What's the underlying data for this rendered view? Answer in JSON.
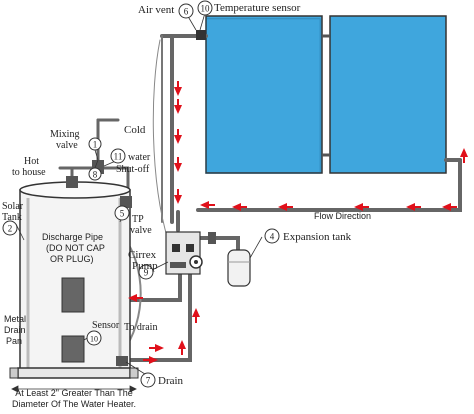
{
  "labels": {
    "air_vent": "Air vent",
    "temperature_sensor": "Temperature sensor",
    "mixing_valve_1": "Mixing",
    "mixing_valve_2": "valve",
    "cold": "Cold",
    "hot_to_house_1": "Hot",
    "hot_to_house_2": "to house",
    "water_shutoff_1": "water",
    "water_shutoff_2": "Shut-off",
    "solar_tank_1": "Solar",
    "solar_tank_2": "Tank",
    "discharge_1": "Discharge Pipe",
    "discharge_2": "(DO NOT CAP",
    "discharge_3": "OR PLUG)",
    "tp_valve_1": "TP",
    "tp_valve_2": "valve",
    "cirrex_pump_1": "Cirrex",
    "cirrex_pump_2": "Pump",
    "to_drain": "To drain",
    "sensor": "Sensor",
    "metal_drain_pan_1": "Metal",
    "metal_drain_pan_2": "Drain",
    "metal_drain_pan_3": "Pan",
    "drain": "Drain",
    "flow_direction": "Flow Direction",
    "expansion_tank": "Expansion tank",
    "pan_note_1": "At Least 2\" Greater Than The",
    "pan_note_2": "Diameter Of The Water Heater."
  },
  "callouts": {
    "n1": "1",
    "n2": "2",
    "n4": "4",
    "n5": "5",
    "n6": "6",
    "n7": "7",
    "n8": "8",
    "n9": "9",
    "n10a": "10",
    "n10b": "10",
    "n11": "11"
  },
  "colors": {
    "panel_fill": "#3fa6dd",
    "flow_arrow": "#e0101a",
    "pipe": "#555555"
  }
}
